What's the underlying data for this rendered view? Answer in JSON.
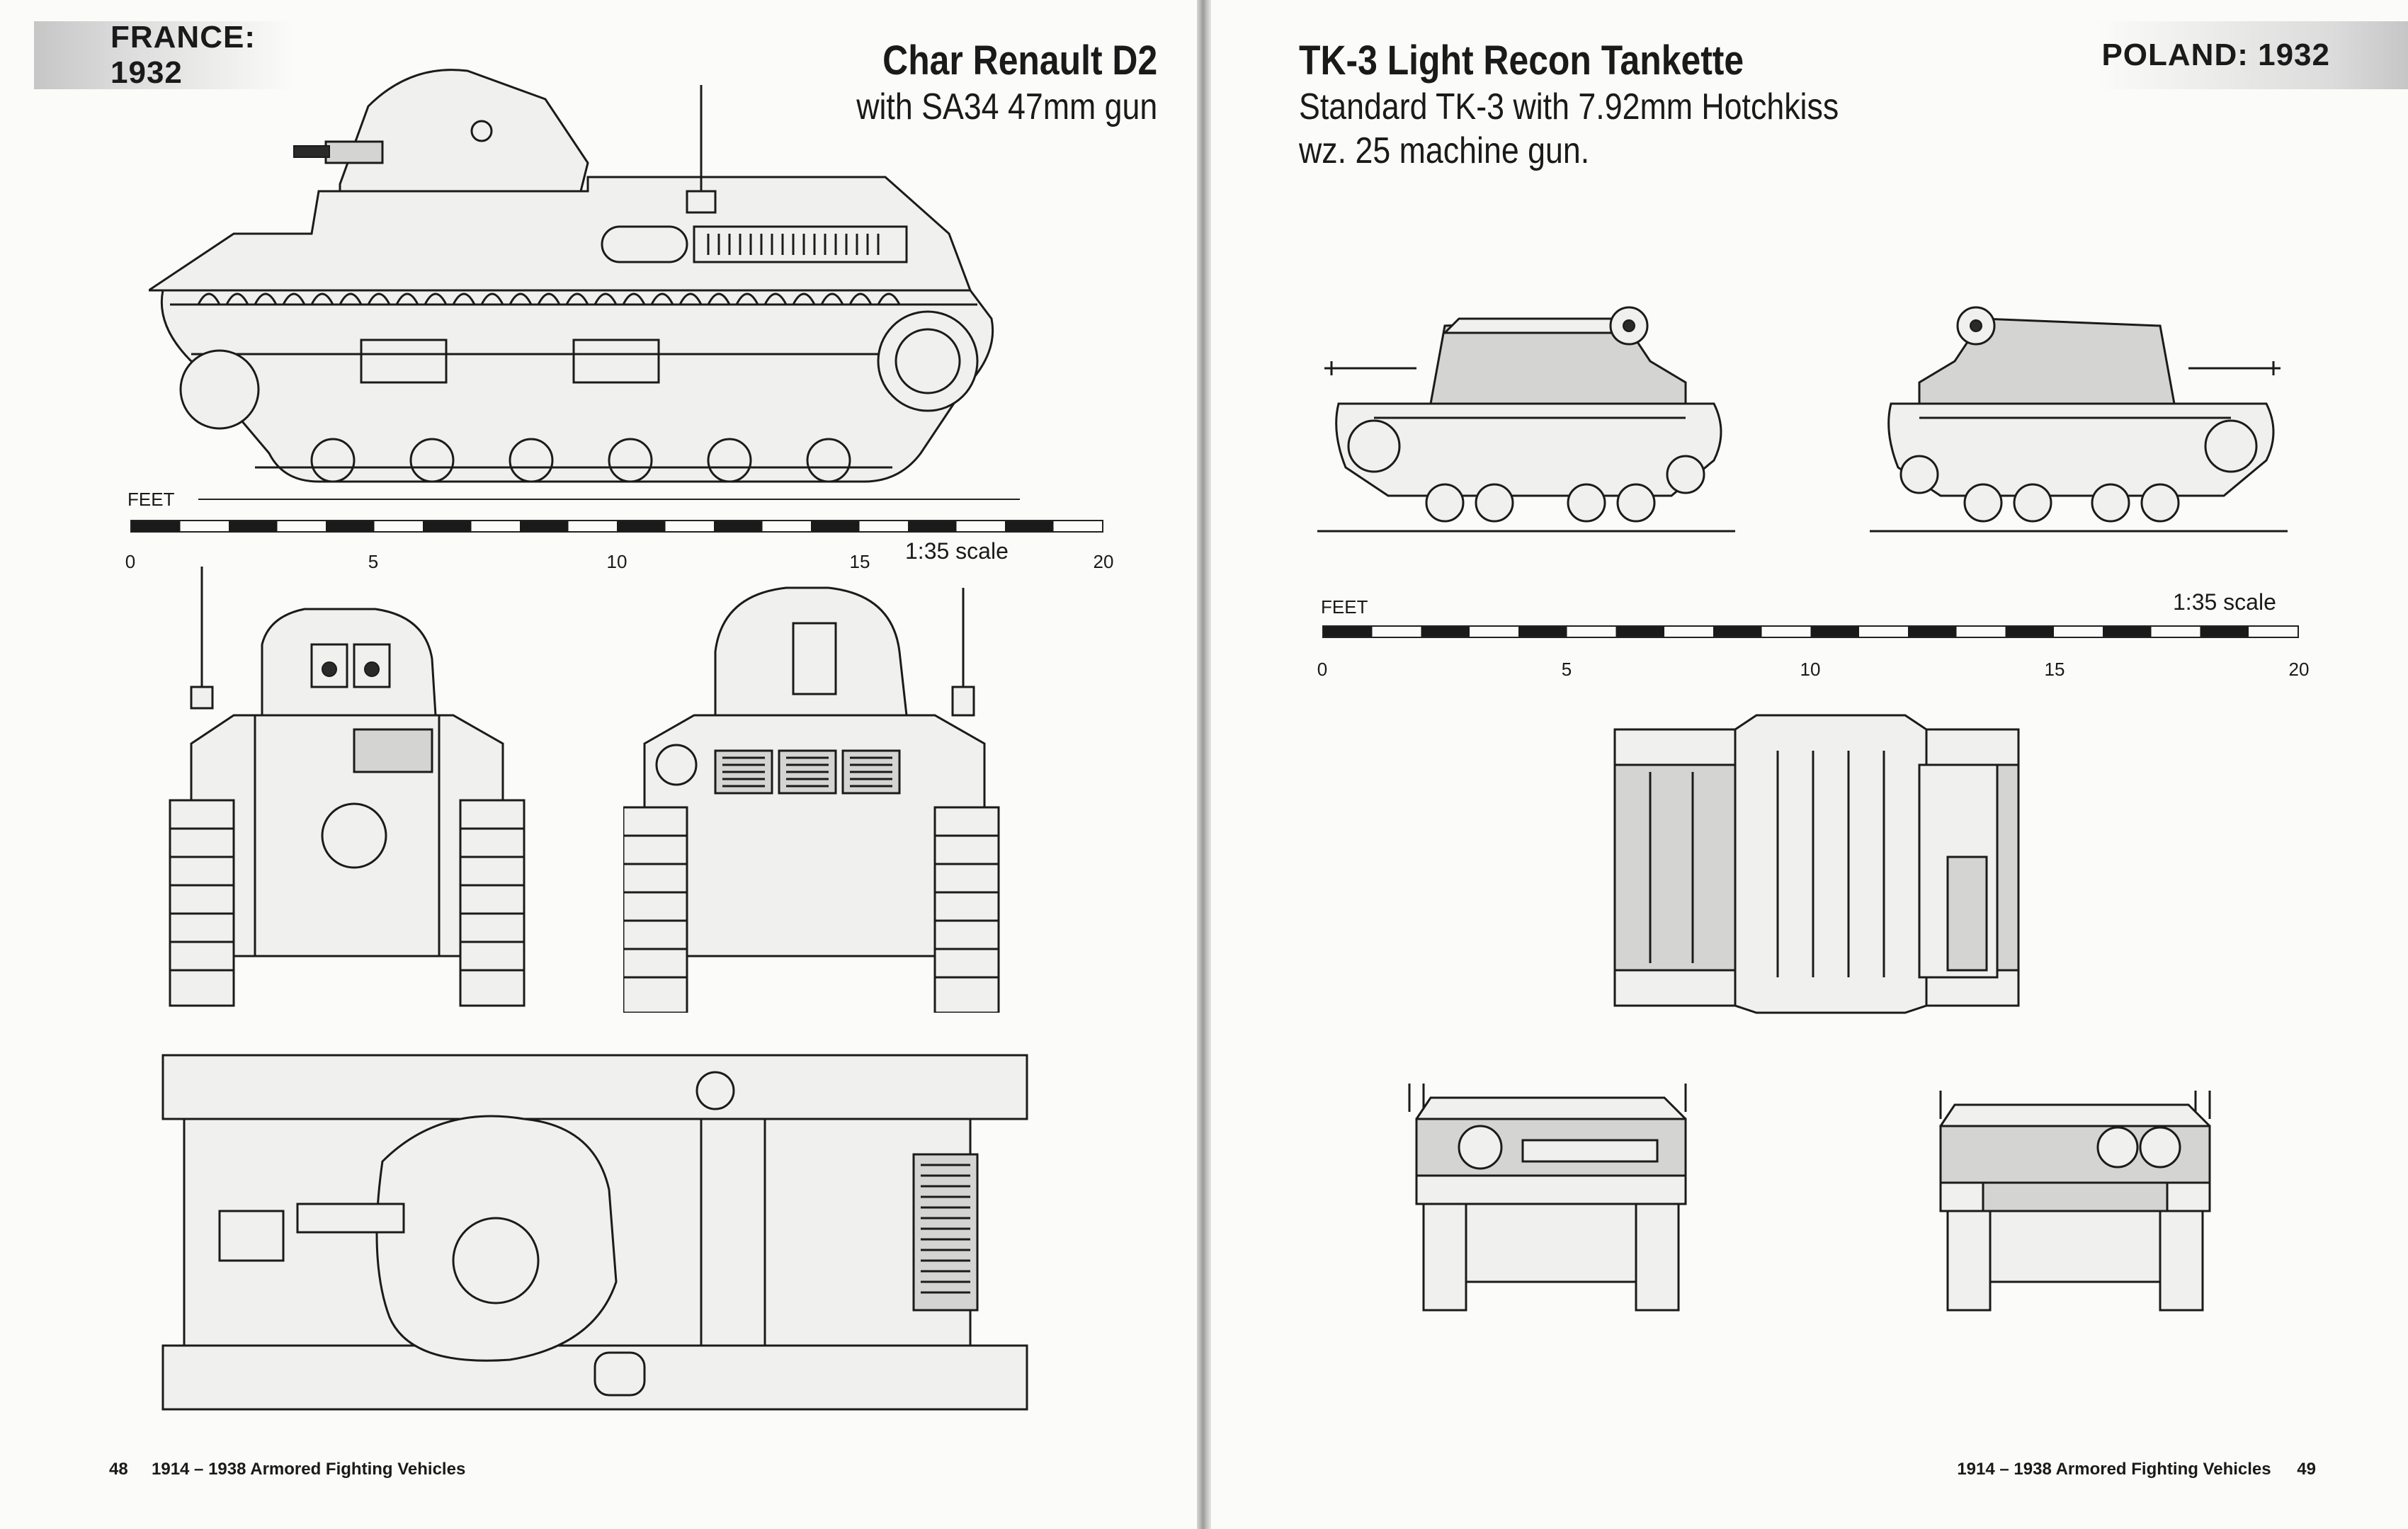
{
  "left_page": {
    "country_tab": "FRANCE: 1932",
    "title": "Char Renault D2",
    "subtitle": "with SA34 47mm gun",
    "scale": {
      "unit": "FEET",
      "ticks": [
        "0",
        "5",
        "10",
        "15",
        "20"
      ],
      "label": "1:35 scale"
    },
    "page_number": "48",
    "footer": "1914 – 1938 Armored Fighting Vehicles"
  },
  "right_page": {
    "country_tab": "POLAND: 1932",
    "title": "TK-3 Light Recon Tankette",
    "subtitle": "Standard TK-3 with 7.92mm Hotchkiss wz. 25 machine gun.",
    "scale": {
      "unit": "FEET",
      "ticks": [
        "0",
        "5",
        "10",
        "15",
        "20"
      ],
      "label": "1:35 scale"
    },
    "page_number": "49",
    "footer": "1914 – 1938 Armored Fighting Vehicles"
  }
}
